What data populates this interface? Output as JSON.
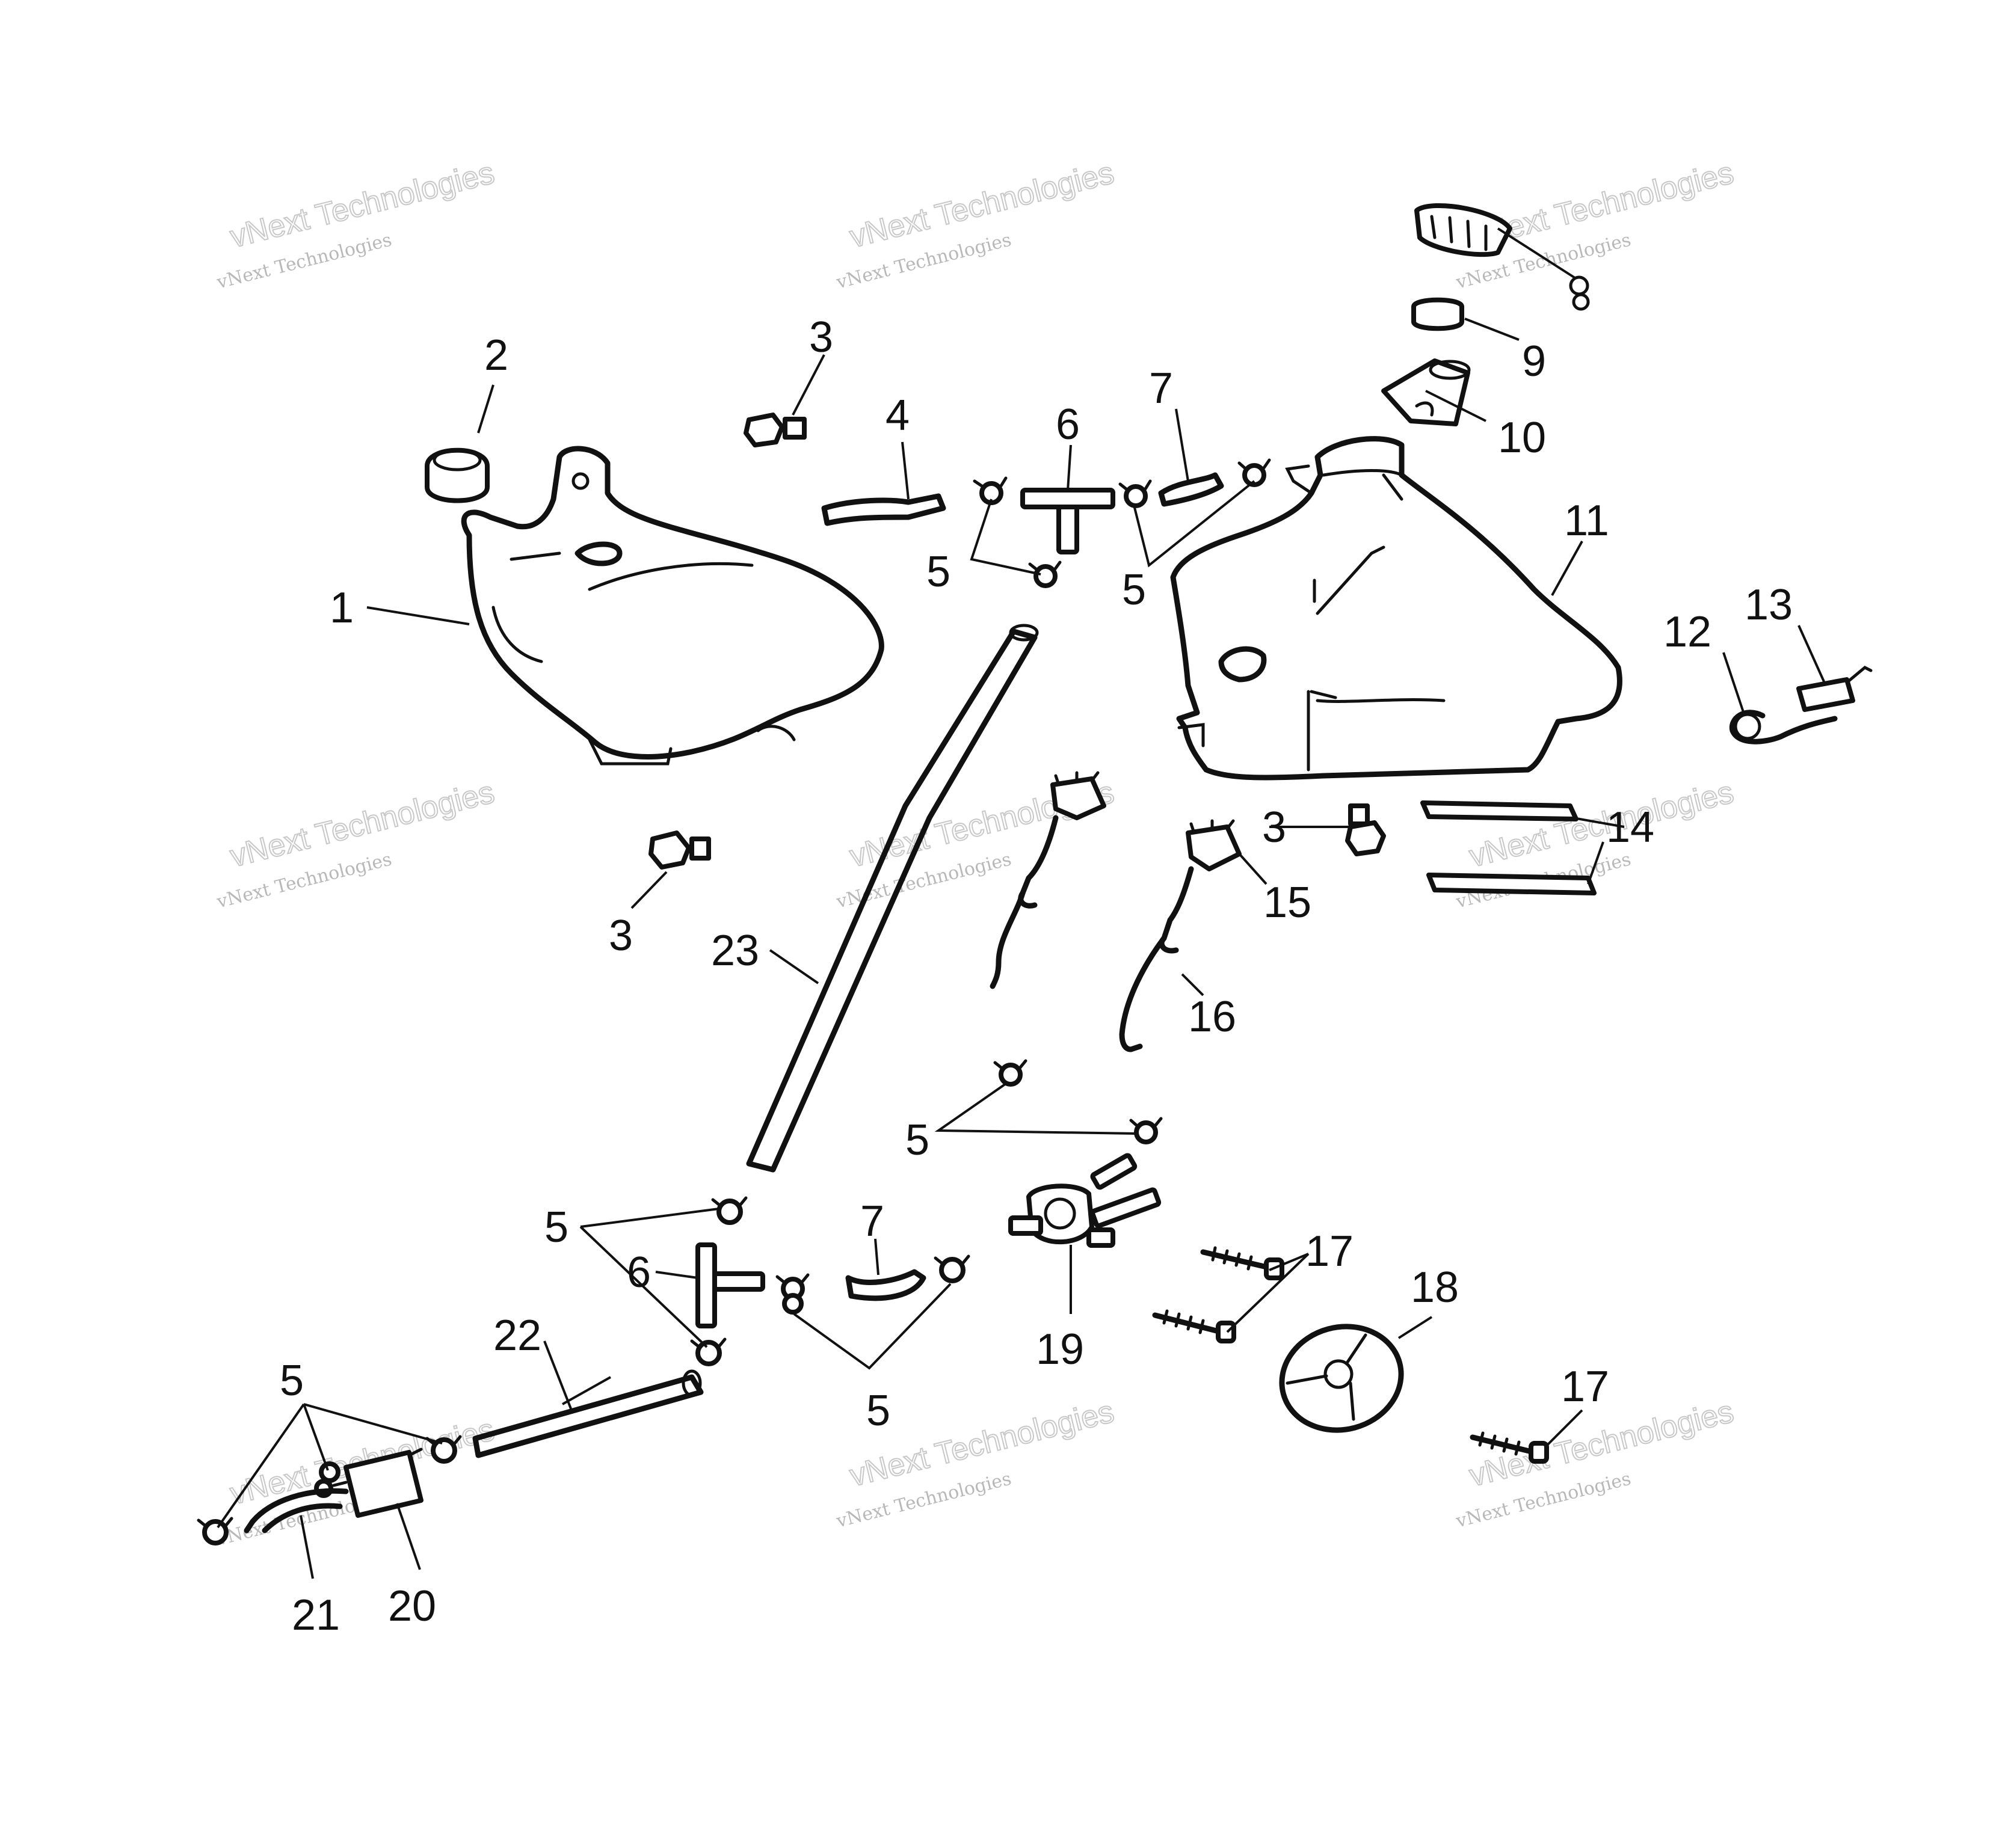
{
  "diagram": {
    "watermark": {
      "line1": "vNext Technologies",
      "line2": "vNext Technologies"
    },
    "callouts": [
      "1",
      "2",
      "3",
      "4",
      "5",
      "6",
      "7",
      "9",
      "10",
      "11",
      "12",
      "13",
      "14",
      "15",
      "16",
      "17",
      "18",
      "19",
      "20",
      "21",
      "22",
      "23"
    ]
  }
}
